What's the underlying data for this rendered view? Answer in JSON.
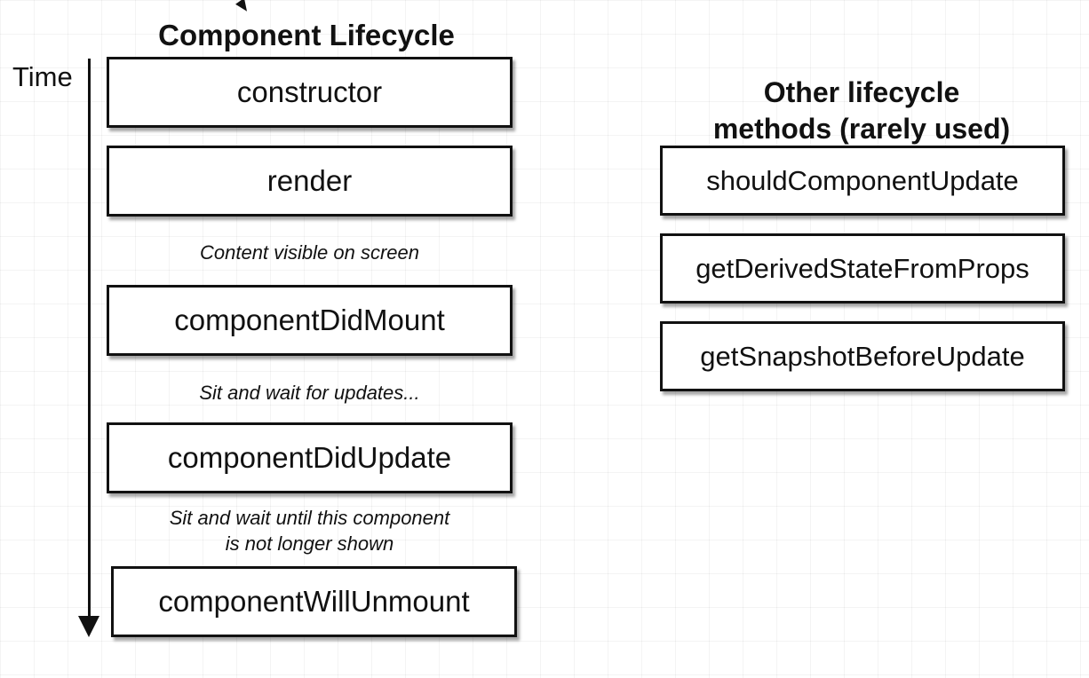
{
  "diagram": {
    "title": "Component Lifecycle",
    "time_label": "Time",
    "lifecycle_boxes": {
      "constructor": "constructor",
      "render": "render",
      "component_did_mount": "componentDidMount",
      "component_did_update": "componentDidUpdate",
      "component_will_unmount": "componentWillUnmount"
    },
    "notes": {
      "content_visible": "Content visible on screen",
      "wait_updates": "Sit and wait for updates...",
      "wait_unmount_line1": "Sit and wait until this component",
      "wait_unmount_line2": "is not longer shown"
    },
    "other": {
      "title_line1": "Other lifecycle",
      "title_line2": "methods (rarely used)",
      "should_component_update": "shouldComponentUpdate",
      "get_derived_state_from_props": "getDerivedStateFromProps",
      "get_snapshot_before_update": "getSnapshotBeforeUpdate"
    }
  }
}
